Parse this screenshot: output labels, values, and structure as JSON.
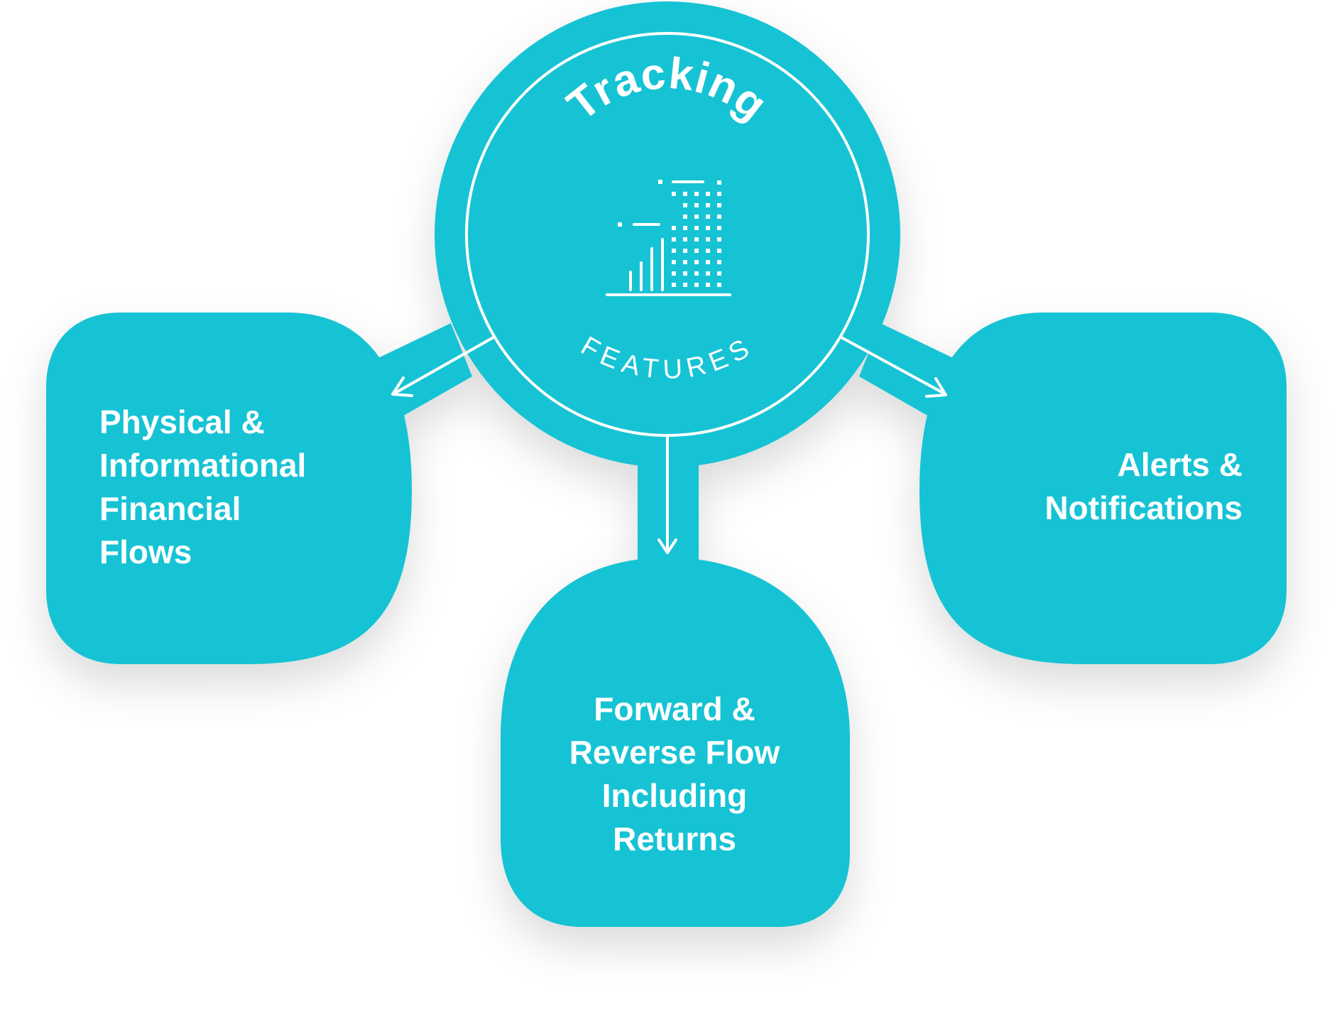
{
  "hub": {
    "title": "Tracking",
    "subtitle": "FEATURES",
    "icon": "bar-chart-icon"
  },
  "nodes": [
    {
      "id": "left",
      "lines": [
        "Physical &",
        "Informational",
        "Financial",
        "Flows"
      ]
    },
    {
      "id": "bottom",
      "lines": [
        "Forward &",
        "Reverse Flow",
        "Including",
        "Returns"
      ]
    },
    {
      "id": "right",
      "lines": [
        "Alerts &",
        "Notifications"
      ]
    }
  ],
  "colors": {
    "fill": "#17C3D4",
    "stroke": "#ffffff",
    "text": "#ffffff"
  }
}
